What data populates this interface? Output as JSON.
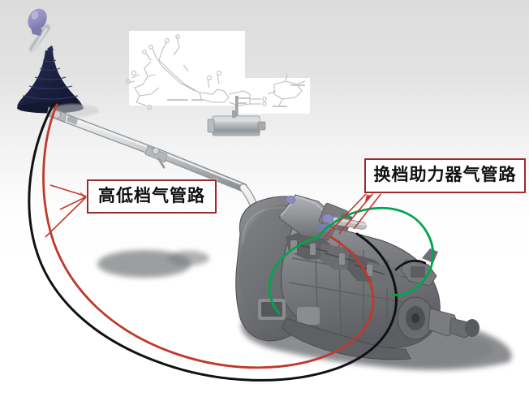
{
  "figure": {
    "kind": "technical-cad-illustration",
    "subject": "truck gearshift and transmission pneumatic piping layout",
    "background_top_color": "#dcdcdc",
    "background_bottom_color": "#ffffff"
  },
  "callouts": [
    {
      "id": "low-high-gear-air-line",
      "text": "高低档气管路",
      "border_color": "#9e2b2b",
      "fill_color": "#ffffff",
      "text_color": "#101010",
      "leader_color": "#c0392b"
    },
    {
      "id": "shift-assist-air-line",
      "text": "换档助力器气管路",
      "border_color": "#9e2b2b",
      "fill_color": "#ffffff",
      "text_color": "#101010",
      "leader_color": "#c0392b"
    }
  ],
  "pipes": [
    {
      "name": "black-air-line",
      "color": "#111111",
      "role": "long outer sweeping hose"
    },
    {
      "name": "red-air-line",
      "color": "#c0392b",
      "role": "long inner sweeping hose"
    },
    {
      "name": "green-air-line",
      "color": "#00a550",
      "role": "shift assist cylinder hose"
    }
  ],
  "components": {
    "shift_lever_knob_color": "#8e8bbd",
    "shift_boot_color": "#1d2142",
    "linkage_rod_color": "#cfd2d4",
    "transmission_body_color": "#7d7f82",
    "shadow_color": "#808285",
    "actuator_fitting_color": "#8e8bbd"
  },
  "inset": {
    "name": "schematic-inset",
    "fill": "#ffffff",
    "line_color": "#b9bcc0",
    "description": "faint grayscale line schematic of the shift linkage and air circuit"
  }
}
